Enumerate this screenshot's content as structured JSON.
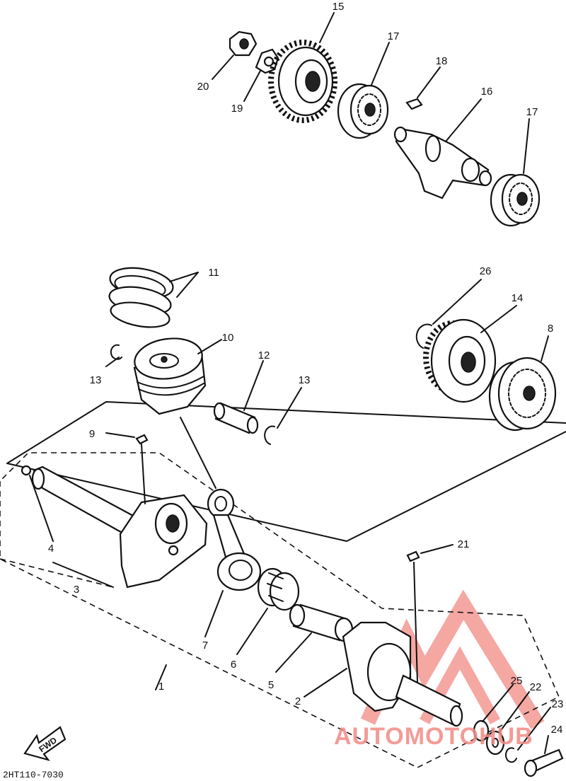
{
  "callouts": {
    "c1": "1",
    "c2": "2",
    "c3": "3",
    "c4": "4",
    "c5": "5",
    "c6": "6",
    "c7": "7",
    "c8": "8",
    "c9": "9",
    "c10": "10",
    "c11": "11",
    "c12": "12",
    "c13a": "13",
    "c13b": "13",
    "c14": "14",
    "c15": "15",
    "c16": "16",
    "c17a": "17",
    "c17b": "17",
    "c18": "18",
    "c19": "19",
    "c20": "20",
    "c21": "21",
    "c22": "22",
    "c23": "23",
    "c24": "24",
    "c25": "25",
    "c26": "26"
  },
  "diagram_code": "2HT110-7030",
  "direction_label": "FWD",
  "watermark": {
    "text": "AUTOMOTOHUB",
    "color": "#f28a84"
  }
}
